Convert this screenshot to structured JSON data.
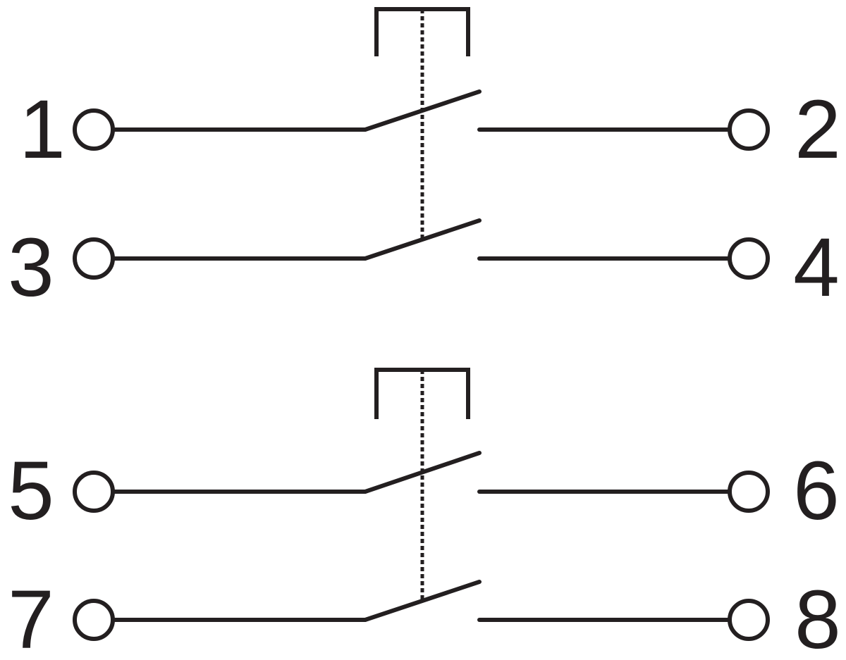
{
  "diagram": {
    "type": "push-button switch schematic",
    "stroke_color": "#231f20",
    "background": "#ffffff",
    "switch_groups": [
      {
        "name": "upper",
        "contacts": [
          {
            "left_pin": "1",
            "right_pin": "2",
            "state": "normally-open"
          },
          {
            "left_pin": "3",
            "right_pin": "4",
            "state": "normally-open"
          }
        ]
      },
      {
        "name": "lower",
        "contacts": [
          {
            "left_pin": "5",
            "right_pin": "6",
            "state": "normally-open"
          },
          {
            "left_pin": "7",
            "right_pin": "8",
            "state": "normally-open"
          }
        ]
      }
    ]
  }
}
